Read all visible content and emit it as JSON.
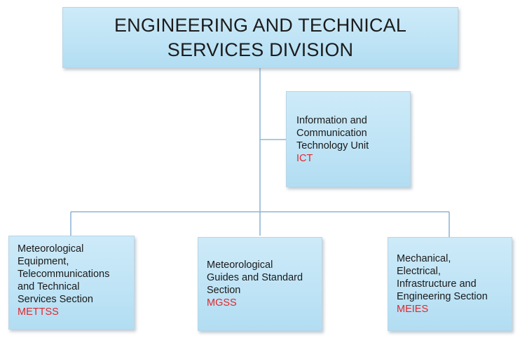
{
  "root": {
    "title_line1": "ENGINEERING AND TECHNICAL",
    "title_line2": "SERVICES DIVISION"
  },
  "ict_unit": {
    "lines": [
      "Information and",
      "Communication",
      "Technology Unit"
    ],
    "acronym": "ICT"
  },
  "sections": [
    {
      "lines": [
        "Meteorological",
        "Equipment,",
        "Telecommunications",
        "and Technical",
        "Services Section"
      ],
      "acronym": "METTSS"
    },
    {
      "lines": [
        "Meteorological",
        "Guides and Standard",
        "Section"
      ],
      "acronym": "MGSS"
    },
    {
      "lines": [
        "Mechanical,",
        "Electrical,",
        "Infrastructure and",
        "Engineering Section"
      ],
      "acronym": "MEIES"
    }
  ],
  "colors": {
    "box_fill": "#bfe4f6",
    "box_border": "#b9d6e6",
    "connector": "#8fb6d6",
    "acronym": "#e0282e"
  }
}
